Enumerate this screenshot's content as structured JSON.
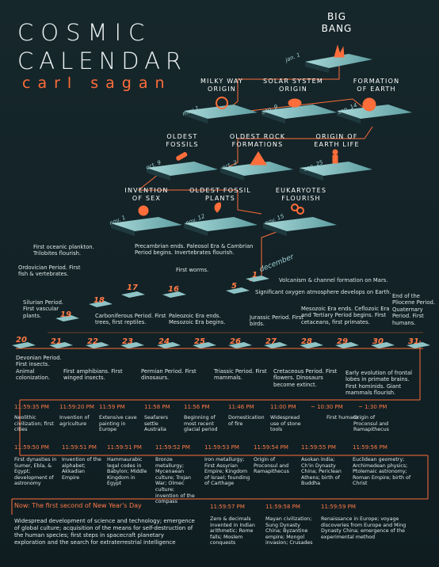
{
  "header": {
    "line1": "COSMIC",
    "line2": "CALENDAR",
    "line3": "carl sagan"
  },
  "accent": "#ff6d3a",
  "months": [
    {
      "label": "BIG BANG",
      "date": "jan. 1"
    },
    {
      "label": "MILKY WAY ORIGIN",
      "date": "may 1"
    },
    {
      "label": "SOLAR SYSTEM ORIGIN",
      "date": "sep. 9"
    },
    {
      "label": "FORMATION OF EARTH",
      "date": "sep. 14"
    },
    {
      "label": "OLDEST FOSSILS",
      "date": "oct. 9"
    },
    {
      "label": "OLDEST ROCK FORMATIONS",
      "date": "oct. 2"
    },
    {
      "label": "ORIGIN OF EARTH LIFE",
      "date": "sep. 25"
    },
    {
      "label": "INVENTION OF SEX",
      "date": "nov. 1"
    },
    {
      "label": "OLDEST FOSSIL PLANTS",
      "date": "nov. 12"
    },
    {
      "label": "EUKARYOTES FLOURISH",
      "date": "nov. 15"
    }
  ],
  "december": {
    "label": "december",
    "upper_days": [
      "1",
      "5",
      "16",
      "17",
      "18",
      "19",
      "20"
    ],
    "days": [
      "21",
      "22",
      "23",
      "24",
      "25",
      "26",
      "27",
      "28",
      "29",
      "30",
      "31"
    ],
    "events": {
      "d1": "Volcanism & channel formation on Mars.",
      "d5": "Significant oxygen atmosphere develops on Earth.",
      "d16": "First worms.",
      "d17": "Precambrian ends. Paleosol Era & Cambrian Period begins. Invertebrates flourish.",
      "d18": "First oceanic plankton. Trilobites flourish.",
      "d19": "Ordovician Period. First fish & vertebrates.",
      "d20": "Silurian Period. First vascular plants.",
      "d21": "Devonian Period. First insects. Animal colonization.",
      "d22": "First amphibians. First winged insects.",
      "d23": "Carboniferous Period. First trees, first reptiles.",
      "d24": "Permian Period. First dinosaurs.",
      "d25": "Paleozoic Era ends. Mesozoic Era begins.",
      "d26": "Triassic Period. First mammals.",
      "d27": "Jurassic Period. First birds.",
      "d28": "Cretaceous Period. First flowers. Dinosaurs become extinct.",
      "d29": "Mesozoic Era ends. Ceflozoic Era and Tertiary Period begins. First cetaceans, first primates.",
      "d30": "Early evolution of frontal lobes in primate brains. First hominids. Giant mammals flourish.",
      "d31": "End of the Pliocene Period. Quaternary Period. First humans."
    }
  },
  "times1": [
    {
      "t": "11:59:35 PM",
      "d": "Neolithic civilization; first cities"
    },
    {
      "t": "11:59:20 PM",
      "d": "Invention of agriculture"
    },
    {
      "t": "11:59 PM",
      "d": "Extensive cave painting in Europe"
    },
    {
      "t": "11:58 PM",
      "d": "Seafarers settle Australia"
    },
    {
      "t": "11:56 PM",
      "d": "Beginning of most recent glacial period"
    },
    {
      "t": "11:46 PM",
      "d": "Domestication of fire"
    },
    {
      "t": "11:00 PM",
      "d": "Widespread use of stone tools"
    },
    {
      "t": "~ 10:30 PM",
      "d": "First humans"
    },
    {
      "t": "~ 1:30 PM",
      "d": "Origin of Proconsul and Ramapithecus"
    }
  ],
  "times2": [
    {
      "t": "11:59:50 PM",
      "d": "First dynasties in Sumer, Ebla, & Egypt; development of astronomy"
    },
    {
      "t": "11:59:51 PM",
      "d": "Invention of the alphabet; Akkadian Empire"
    },
    {
      "t": "11:59:51 PM",
      "d": "Hammaurabic legal codes in Babylon; Middle Kingdom in Egypt"
    },
    {
      "t": "11:59:52 PM",
      "d": "Bronze metallurgy; Mycenaean culture; Trojan War; Olmec culture; invention of the compass"
    },
    {
      "t": "11:59:53 PM",
      "d": "Iron metallurgy; First Assyrian Empire; Kingdom of Israel; founding of Carthage"
    },
    {
      "t": "11:59:54 PM",
      "d": "Origin of Proconsul and Ramapithecus"
    },
    {
      "t": "11:59:55 PM",
      "d": "Asokan India; Ch'in Dynasty China; Periclean Athens; birth of Buddha"
    },
    {
      "t": "11:59:56 PM",
      "d": "Euclidean geometry; Archimedean physics; Ptolemaic astronomy; Roman Empire; birth of Christ"
    }
  ],
  "now": {
    "title": "Now: The first second of New Year's Day",
    "text": "Widespread development of science and technology; emergence of global culture; acquisition of the means for self-destruction of the human species; first steps in spacecraft planetary exploration and the search for extraterrestrial intelligence"
  },
  "times3": [
    {
      "t": "11:59:57 PM",
      "d": "Zero & decimals invented in Indian arithmetic; Rome falls; Moslem conquests"
    },
    {
      "t": "11:59:58 PM",
      "d": "Mayan civilization; Sung Dynasty China; Byzantine empire; Mongol invasion; Crusades"
    },
    {
      "t": "11:59:59 PM",
      "d": "Renaissance in Europe; voyage discoveries from Europe and Ming Dynasty China; emergence of the experimental method"
    }
  ]
}
